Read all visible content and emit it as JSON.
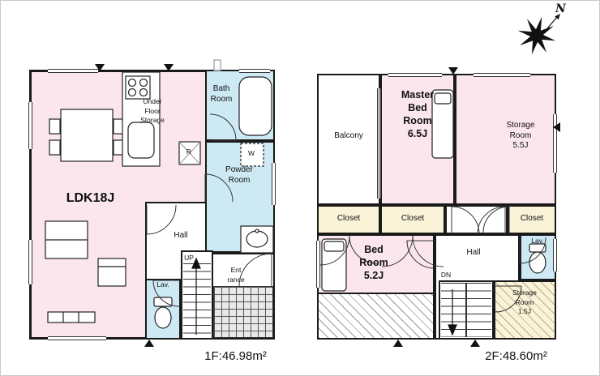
{
  "compass": {
    "north_label": "N"
  },
  "floor1": {
    "area_label": "1F:46.98m²",
    "ldk": "LDK18J",
    "under_floor_storage": "Under\nFloor\nStorage",
    "bath": "Bath\nRoom",
    "powder": "Powder\nRoom",
    "hall": "Hall",
    "up": "UP",
    "entrance": "Ent\nrance",
    "lav": "Lav.",
    "fridge": "R",
    "washer": "W"
  },
  "floor2": {
    "area_label": "2F:48.60m²",
    "balcony": "Balcony",
    "master_bedroom": "Master\nBed\nRoom\n6.5J",
    "storage_room_large": "Storage\nRoom\n5.5J",
    "closet": "Closet",
    "bedroom": "Bed\nRoom\n5.2J",
    "hall": "Hall",
    "dn": "DN",
    "lav": "Lav.",
    "storage_room_small": "Storage\nRoom\n1.5J"
  },
  "colors": {
    "room_pink": "#fbe6ee",
    "wet_blue": "#cce9f4",
    "closet_cream": "#faf3d8",
    "wall": "#1a1a1a"
  }
}
